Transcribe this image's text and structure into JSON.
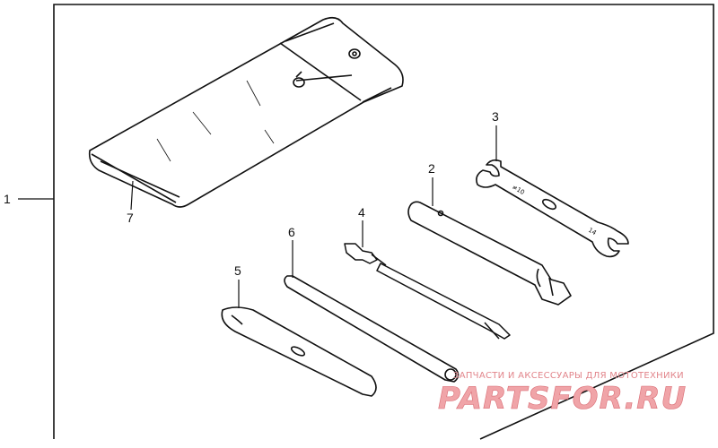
{
  "callouts": {
    "assembly": "1",
    "spark_plug_wrench": "2",
    "open_end_wrench": "3",
    "screwdriver": "4",
    "screwdriver_grip": "5",
    "handle_bar": "6",
    "tool_bag": "7"
  },
  "watermark": {
    "tagline": "ЗАПЧАСТИ И АКСЕССУАРЫ ДЛЯ МОТОТЕХНИКИ",
    "brand": "PARTSFOR.RU",
    "color": "#f0a4a8"
  },
  "colors": {
    "ink": "#111111",
    "paper": "#ffffff"
  }
}
